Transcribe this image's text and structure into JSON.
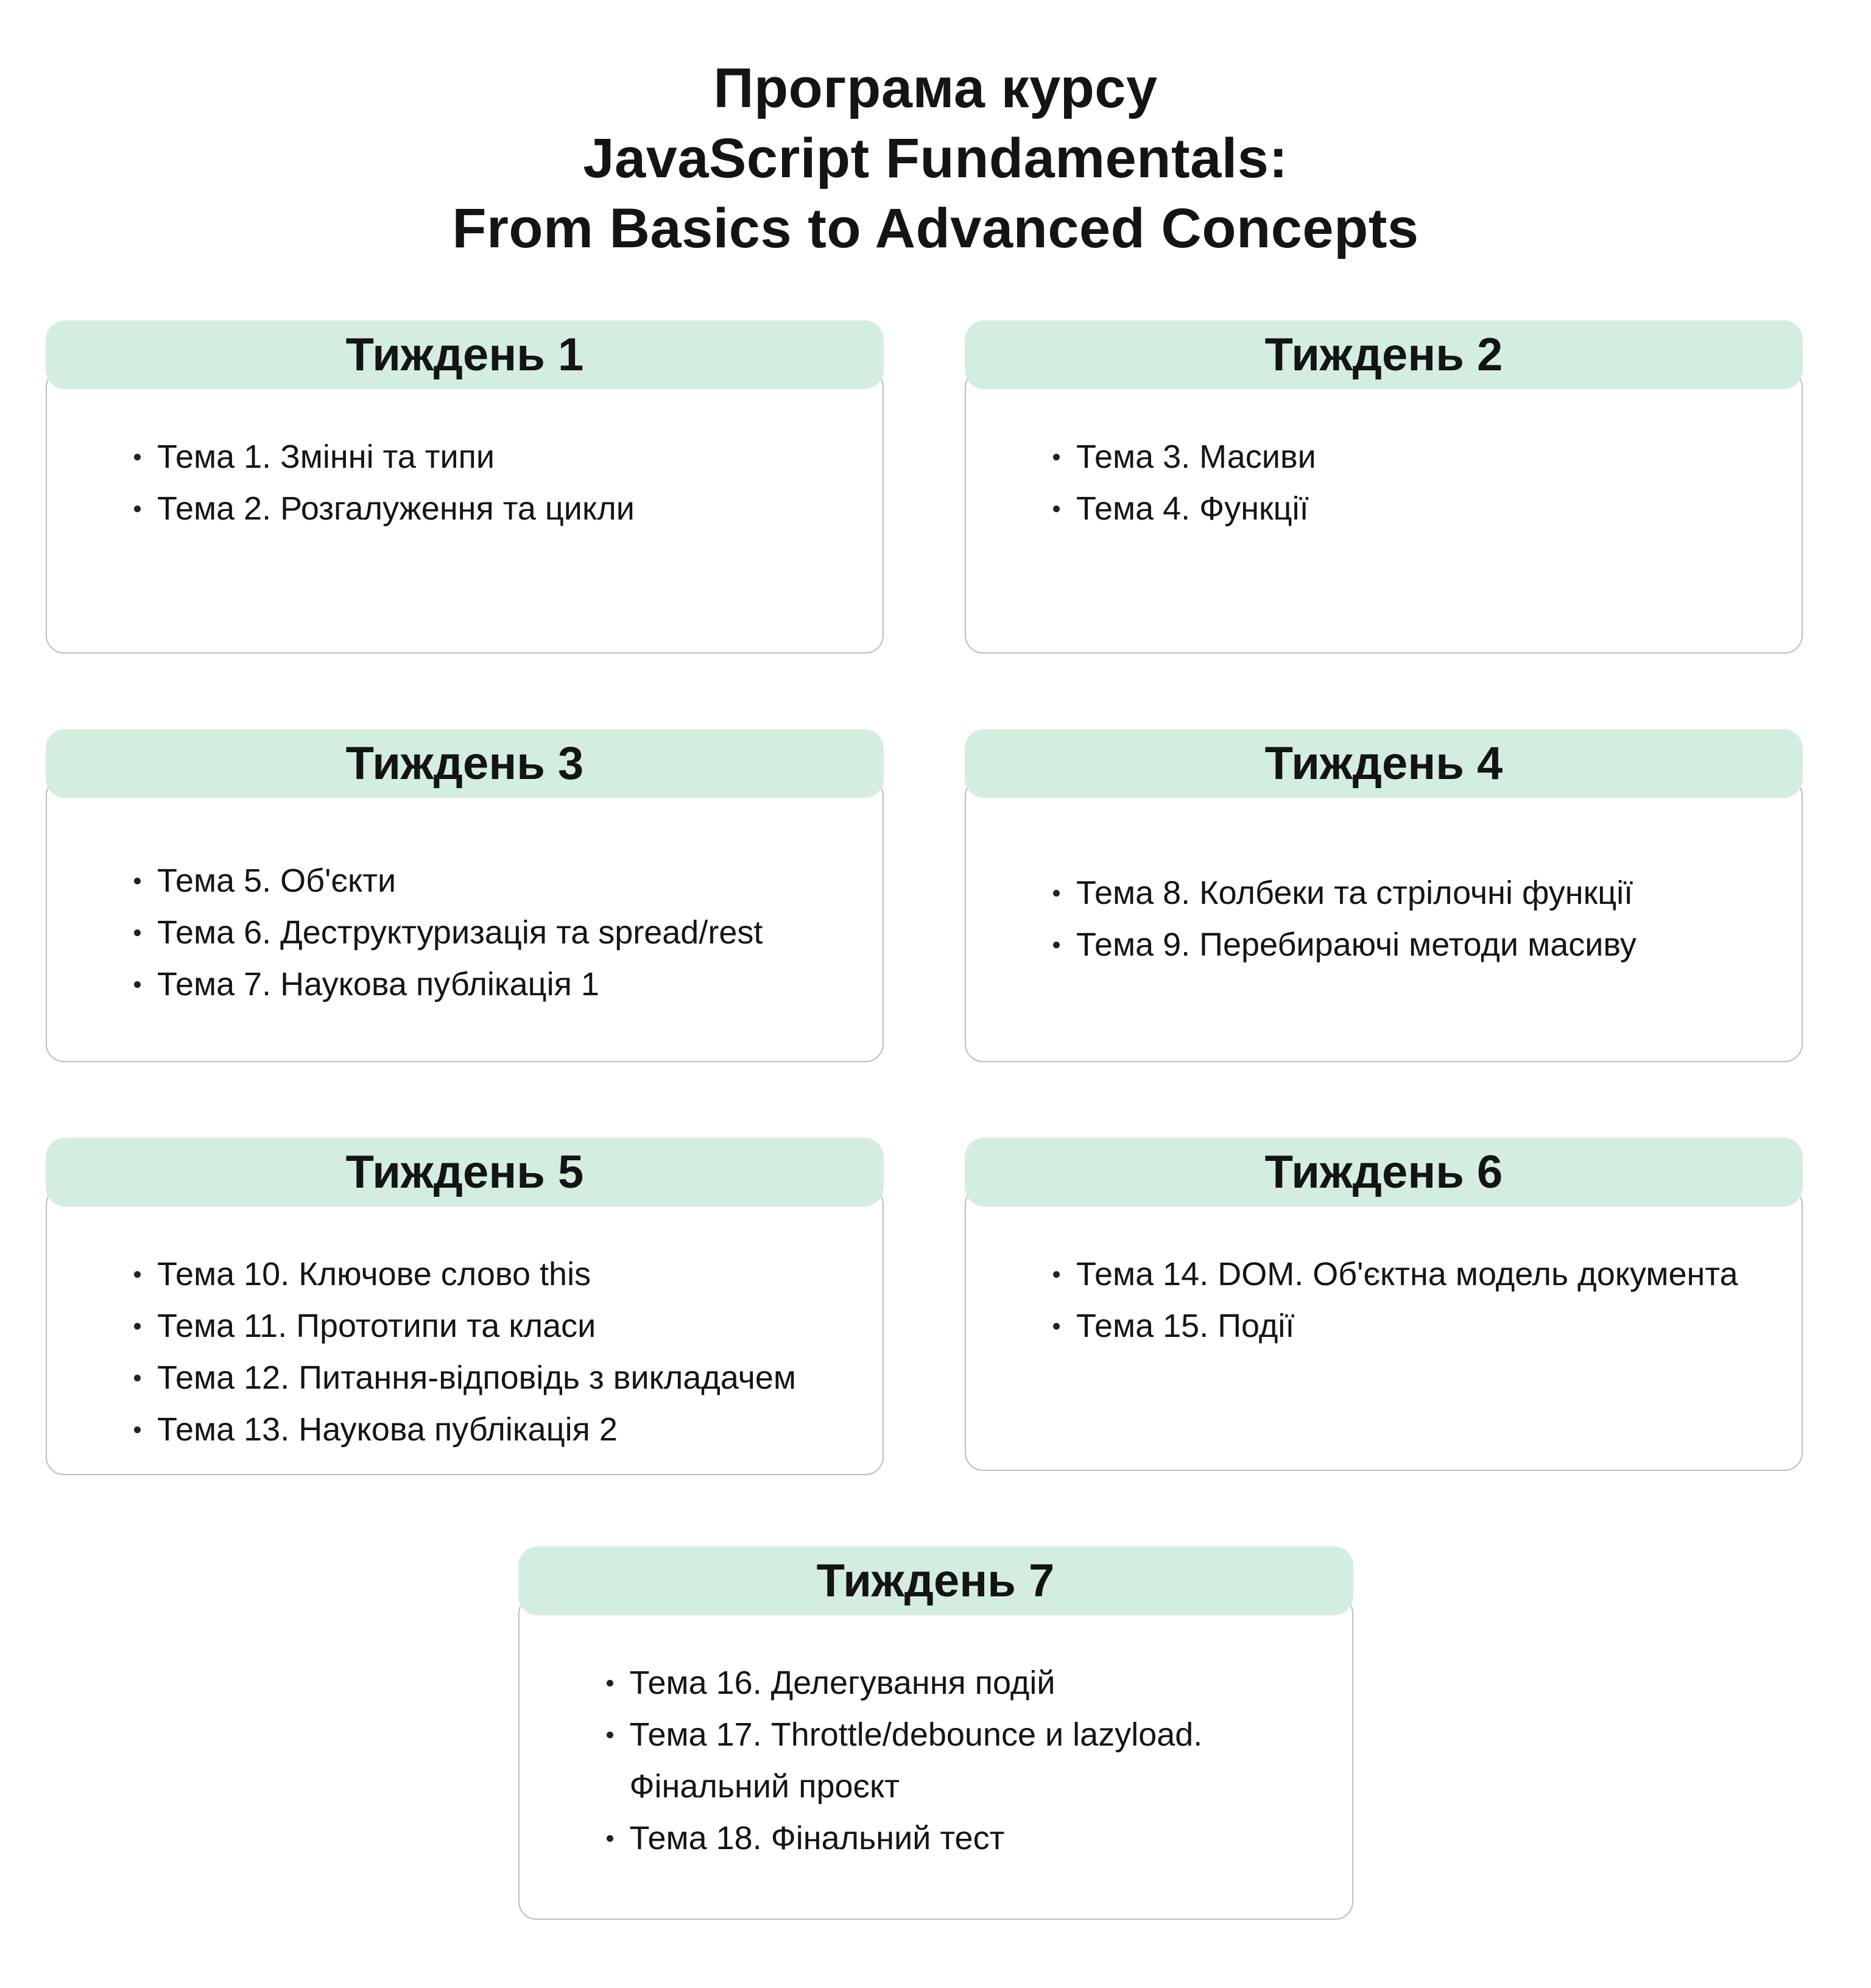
{
  "title": {
    "lines": [
      "Програма курсу",
      "JavaScript Fundamentals:",
      "From Basics to Advanced Concepts"
    ]
  },
  "colors": {
    "header_bg": "#d3eede",
    "card_border": "#bdbdbd",
    "text_color": "#141414",
    "bullet": "#222222",
    "page_bg": "#ffffff"
  },
  "weeks": [
    {
      "label": "Тиждень 1",
      "topics": [
        "Тема 1. Змінні та типи",
        "Тема 2. Розгалуження та цикли"
      ]
    },
    {
      "label": "Тиждень 2",
      "topics": [
        "Тема 3. Масиви",
        "Тема 4. Функції"
      ]
    },
    {
      "label": "Тиждень 3",
      "topics": [
        "Тема 5. Об'єкти",
        "Тема 6. Деструктуризація та spread/rest",
        "Тема 7. Наукова публікація 1"
      ]
    },
    {
      "label": "Тиждень 4",
      "topics": [
        "Тема 8. Колбеки та стрілочні функції",
        "Тема 9. Перебираючі методи масиву"
      ]
    },
    {
      "label": "Тиждень 5",
      "topics": [
        "Тема 10. Ключове слово this",
        "Тема 11. Прототипи та класи",
        "Тема 12. Питання-відповідь з викладачем",
        "Тема 13. Наукова публікація 2"
      ]
    },
    {
      "label": "Тиждень 6",
      "topics": [
        "Тема 14. DOM. Об'єктна модель документа",
        "Тема 15. Події"
      ]
    },
    {
      "label": "Тиждень 7",
      "topics": [
        "Тема 16. Делегування подій",
        "Тема 17. Throttle/debounce и lazyload. Фінальний проєкт",
        "Тема 18. Фінальний тест"
      ]
    }
  ]
}
